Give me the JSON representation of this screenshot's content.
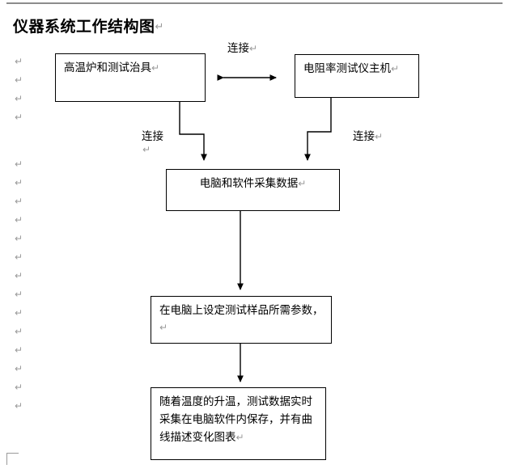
{
  "document": {
    "title": "仪器系统工作结构图",
    "pilcrow_glyph": "↵",
    "margin_pilcrow_count": 18,
    "colors": {
      "page_background": "#ffffff",
      "text": "#000000",
      "box_border": "#000000",
      "pilcrow": "#9a9a9a",
      "rule": "#8c8c8c"
    }
  },
  "diagram": {
    "type": "flowchart",
    "boxes": [
      {
        "id": "furnace",
        "label": "高温炉和测试治具"
      },
      {
        "id": "resistivity-tester",
        "label": "电阻率测试仪主机"
      },
      {
        "id": "pc-acquisition",
        "label": "电脑和软件采集数据"
      },
      {
        "id": "set-parameters",
        "label": "在电脑上设定测试样品所需参数，"
      },
      {
        "id": "record-curve",
        "label": "随着温度的升温，测试数据实时采集在电脑软件内保存，并有曲线描述变化图表"
      }
    ],
    "connector_labels": [
      {
        "id": "top-link",
        "label": "连接"
      },
      {
        "id": "left-link",
        "label": "连接"
      },
      {
        "id": "right-link",
        "label": "连接"
      }
    ],
    "edges": [
      {
        "from": "furnace",
        "to": "resistivity-tester",
        "style": "double-arrow",
        "label": "连接"
      },
      {
        "from": "furnace",
        "to": "pc-acquisition",
        "style": "elbow-arrow",
        "label": "连接"
      },
      {
        "from": "resistivity-tester",
        "to": "pc-acquisition",
        "style": "elbow-arrow",
        "label": "连接"
      },
      {
        "from": "pc-acquisition",
        "to": "set-parameters",
        "style": "straight-arrow",
        "label": ""
      },
      {
        "from": "set-parameters",
        "to": "record-curve",
        "style": "straight-arrow",
        "label": ""
      }
    ]
  }
}
